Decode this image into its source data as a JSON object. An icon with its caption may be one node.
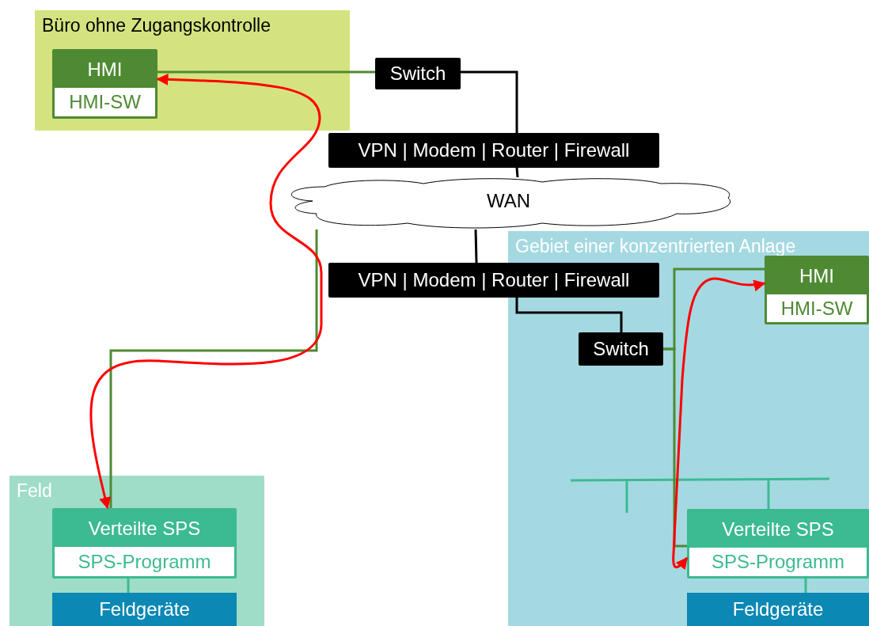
{
  "diagram": {
    "nodes": [
      {
        "text": [
          "Büro ohne Zugangskontrolle"
        ]
      },
      {
        "text": [
          "HMI",
          "HMI-SW"
        ],
        "in": 0
      },
      {
        "text": [
          "Switch"
        ]
      },
      {
        "text": [
          "VPN | Modem | Router | Firewall"
        ]
      },
      {
        "text": [
          "WAN"
        ]
      },
      {
        "text": [
          "Gebiet einer konzentrierten Anlage"
        ]
      },
      {
        "text": [
          "HMI",
          "HMI-SW"
        ],
        "in": 5
      },
      {
        "text": [
          "VPN | Modem | Router | Firewall"
        ]
      },
      {
        "text": [
          "Switch"
        ],
        "in": 5
      },
      {
        "text": [
          "Feld"
        ]
      },
      {
        "text": [
          "Verteilte SPS",
          "SPS-Programm"
        ],
        "in": 9
      },
      {
        "text": [
          "Feldgeräte"
        ],
        "in": 9
      },
      {
        "text": [
          "Verteilte SPS",
          "SPS-Programm"
        ],
        "in": 5
      },
      {
        "text": [
          "Feldgeräte"
        ],
        "in": 5
      }
    ],
    "edges": [
      {
        "from": 2,
        "to": 1,
        "arrow": "none",
        "color": "#4e8a33"
      },
      {
        "from": 2,
        "to": 3,
        "arrow": "none",
        "color": "#000000"
      },
      {
        "from": 3,
        "to": 4,
        "arrow": "none",
        "color": "#000000"
      },
      {
        "from": 4,
        "to": 7,
        "arrow": "none",
        "color": "#000000"
      },
      {
        "from": 7,
        "to": 8,
        "arrow": "none",
        "color": "#000000"
      },
      {
        "from": 8,
        "to": 6,
        "arrow": "none",
        "color": "#4e8a33"
      },
      {
        "from": 8,
        "to": 12,
        "arrow": "none",
        "color": "#4e8a33"
      },
      {
        "from": 4,
        "to": 10,
        "arrow": "none",
        "color": "#4e8a33"
      },
      {
        "from": 10,
        "to": 11,
        "arrow": "none",
        "color": "#3cba92"
      },
      {
        "from": 12,
        "to": 13,
        "arrow": "none",
        "color": "#3cba92"
      },
      {
        "from": 1,
        "to": 10,
        "arrow": "both",
        "color": "#ff0000"
      },
      {
        "from": 6,
        "to": 12,
        "arrow": "both",
        "color": "#ff0000"
      }
    ]
  }
}
